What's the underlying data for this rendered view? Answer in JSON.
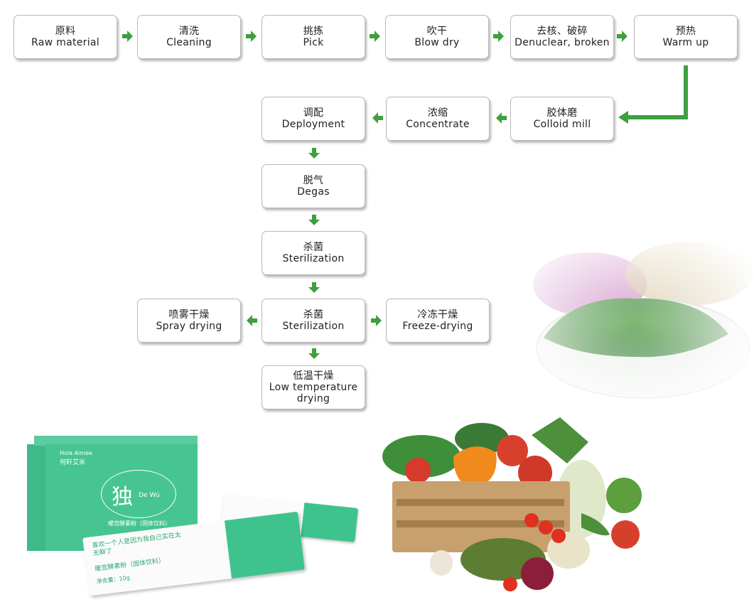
{
  "flow": {
    "raw_material": {
      "zh": "原料",
      "en": "Raw material"
    },
    "cleaning": {
      "zh": "清洗",
      "en": "Cleaning"
    },
    "pick": {
      "zh": "挑拣",
      "en": "Pick"
    },
    "blow_dry": {
      "zh": "吹干",
      "en": "Blow dry"
    },
    "denuclear": {
      "zh": "去核、破碎",
      "en": "Denuclear, broken"
    },
    "warm_up": {
      "zh": "预热",
      "en": "Warm up"
    },
    "colloid_mill": {
      "zh": "胶体磨",
      "en": "Colloid mill"
    },
    "concentrate": {
      "zh": "浓缩",
      "en": "Concentrate"
    },
    "deployment": {
      "zh": "调配",
      "en": "Deployment"
    },
    "degas": {
      "zh": "脱气",
      "en": "Degas"
    },
    "sterilization_1": {
      "zh": "杀菌",
      "en": "Sterilization"
    },
    "sterilization_2": {
      "zh": "杀菌",
      "en": "Sterilization"
    },
    "spray_drying": {
      "zh": "喷雾干燥",
      "en": "Spray drying"
    },
    "freeze_drying": {
      "zh": "冷冻干燥",
      "en": "Freeze-drying"
    },
    "low_temp_drying": {
      "zh": "低温干燥",
      "en": "Low temperature drying"
    }
  },
  "product": {
    "brand_en": "Hola Aimee",
    "brand_zh": "何轩艾米",
    "box_char": "独",
    "box_sub": "De Wú",
    "product_name": "暖宫酵素粉（固体饮料）",
    "slogan": "喜欢一个人是因为我自己实在太无聊了",
    "net_weight": "净含量：10g"
  },
  "colors": {
    "arrow": "#3f9f3f",
    "box_border": "#b9b9b9",
    "brand_green": "#3fbf8a"
  }
}
